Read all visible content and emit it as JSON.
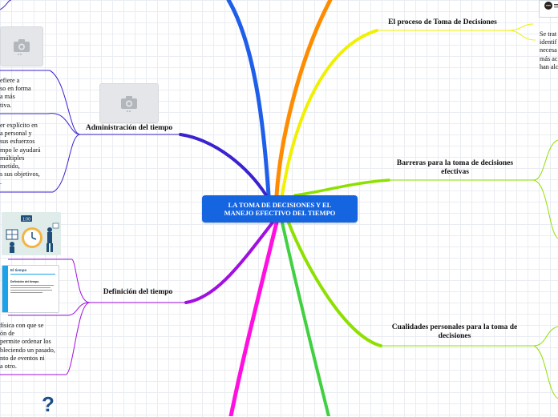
{
  "central": {
    "line1": "LA TOMA DE DECISIONES Y EL",
    "line2": "MANEJO EFECTIVO DEL TIEMPO"
  },
  "topics": {
    "proceso": "El proceso de Toma de Decisiones",
    "barreras_line1": "Barreras para la toma de decisiones",
    "barreras_line2": "efectivas",
    "cualidades_line1": "Cualidades personales para la toma de",
    "cualidades_line2": "decisiones",
    "administracion": "Administración del tiempo",
    "definicion": "Definición del tiempo"
  },
  "notes": {
    "proceso_right": "Se trat\nidentif\nnecesa\nmás ac\nhan alc",
    "admin_top": "efiere a\nso en forma\na más\ntiva.",
    "admin_bottom": "er explícito en\na personal y\nsus esfuerzos\nmpo le ayudará\nmúltiples\nmetido,\ns sus objetivos,\n.",
    "definicion": "física con que se\nón de\npermite ordenar los\nbleciendo un pasado,\nnto de eventos ni\na otro."
  },
  "thumbnail": {
    "card_title": "El tiempo",
    "card_subtitle": "Definición del tiempo",
    "card_badge": "1:00"
  },
  "icons": {
    "camera": "camera-icon",
    "question": "?"
  },
  "colors": {
    "central_bg": "#1565e0",
    "branch_blue": "#1f5ee8",
    "branch_orange": "#ff8c00",
    "branch_yellow": "#f0f000",
    "branch_lime": "#8ee000",
    "branch_navy": "#3a22d0",
    "branch_purple": "#a010e0",
    "branch_magenta": "#ff10e0",
    "branch_green": "#40d040"
  }
}
